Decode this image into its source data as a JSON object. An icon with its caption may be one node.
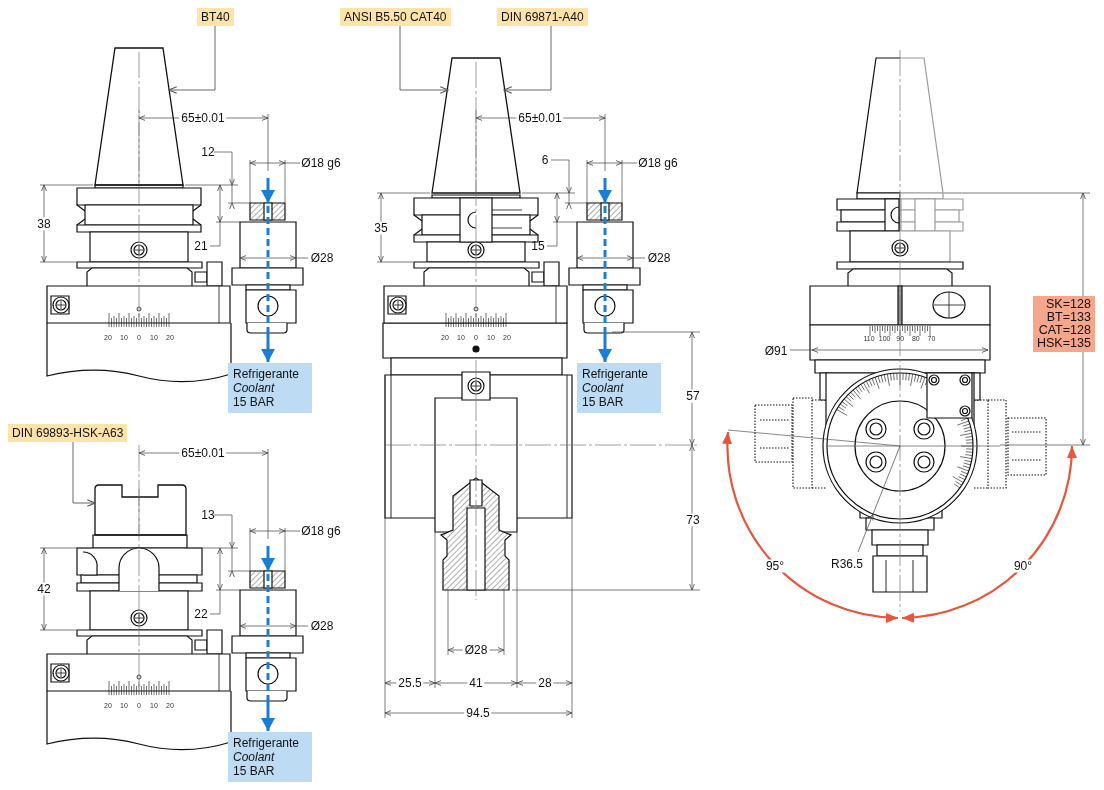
{
  "diagram": {
    "nodes": [
      {
        "text": [
          "BT40"
        ]
      },
      {
        "text": [],
        "shape": "cone"
      },
      {
        "text": [
          "ANSI B5.50 CAT40"
        ]
      },
      {
        "text": [
          "DIN 69871-A40"
        ]
      },
      {
        "text": [],
        "shape": "cone"
      },
      {
        "text": [
          "Refrigerante",
          "Coolant",
          "15 BAR"
        ]
      },
      {
        "text": [
          "Refrigerante",
          "Coolant",
          "15 BAR"
        ]
      },
      {
        "text": [
          "SK=128",
          "BT=133",
          "CAT=128",
          "HSK=135"
        ]
      },
      {
        "text": [
          "DIN 69893-HSK-A63"
        ]
      },
      {
        "text": [],
        "shape": "box"
      },
      {
        "text": [
          "Refrigerante",
          "Coolant",
          "15 BAR"
        ]
      }
    ],
    "edges": [
      {
        "from": 0,
        "to": 1,
        "arrow": "to"
      },
      {
        "from": 2,
        "to": 4,
        "arrow": "to"
      },
      {
        "from": 3,
        "to": 4,
        "arrow": "to"
      },
      {
        "from": 8,
        "to": 9,
        "arrow": "to"
      },
      {
        "from": null,
        "to": 5,
        "arrow": "to",
        "style": "dashed",
        "color": "#1a7fd4"
      },
      {
        "from": null,
        "to": 6,
        "arrow": "to",
        "style": "dashed",
        "color": "#1a7fd4"
      },
      {
        "from": null,
        "to": 10,
        "arrow": "to",
        "style": "dashed",
        "color": "#1a7fd4"
      }
    ],
    "labels": [
      "65±0.01",
      "12",
      "Ø18 g6",
      "38",
      "21",
      "Ø28",
      "20",
      "10",
      "0",
      "10",
      "20",
      "65±0.01",
      "6",
      "Ø18 g6",
      "35",
      "15",
      "Ø28",
      "20",
      "10",
      "0",
      "10",
      "20",
      "57",
      "73",
      "Ø28",
      "25.5",
      "41",
      "28",
      "94.5",
      "110",
      "100",
      "90",
      "80",
      "70",
      "Ø91",
      "95°",
      "R36.5",
      "90°",
      "65±0.01",
      "13",
      "Ø18 g6",
      "42",
      "22",
      "Ø28",
      "20",
      "10",
      "0",
      "10",
      "20"
    ]
  }
}
